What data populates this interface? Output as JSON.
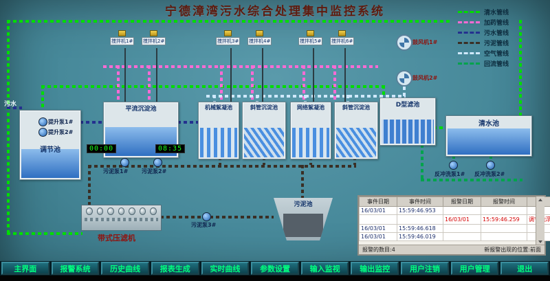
{
  "title": "宁德漳湾污水综合处理集中监控系统",
  "colors": {
    "background": "#47899a",
    "pipe_clean": "#00dd00",
    "pipe_dosing": "#ff6ad5",
    "pipe_sewage": "#24318f",
    "pipe_sludge": "#3a2f25",
    "pipe_air": "#cfe9ff",
    "pipe_return": "#00a34c",
    "nav_text": "#00ff80",
    "alarm_text": "#d40000"
  },
  "legend": {
    "items": [
      {
        "label": "清水管线",
        "color": "#00dd00"
      },
      {
        "label": "加药管线",
        "color": "#ff6ad5"
      },
      {
        "label": "污水管线",
        "color": "#24318f"
      },
      {
        "label": "污泥管线",
        "color": "#3a2f25"
      },
      {
        "label": "空气管线",
        "color": "#cfe9ff"
      },
      {
        "label": "回流管线",
        "color": "#00a34c"
      }
    ]
  },
  "inlet_label": "污水",
  "tanks": {
    "regulation": "调节池",
    "horizontal_sed": "平流沉淀池",
    "mech_floc": "机械絮凝池",
    "inclined_sed_1": "斜管沉淀池",
    "net_floc": "网络絮凝池",
    "inclined_sed_2": "斜管沉淀池",
    "d_filter": "D型滤池",
    "clear_water": "清水池",
    "sludge": "污泥池",
    "belt_press": "带式压滤机"
  },
  "mixers": [
    "搅拌机1#",
    "搅拌机2#",
    "搅拌机3#",
    "搅拌机4#",
    "搅拌机5#",
    "搅拌机6#"
  ],
  "pumps": {
    "lift": [
      "提升泵1#",
      "提升泵2#"
    ],
    "sludge": [
      "污泥泵1#",
      "污泥泵2#",
      "污泥泵3#"
    ],
    "backwash": [
      "反冲洗泵1#",
      "反冲洗泵2#"
    ],
    "blowers": [
      "鼓风机1#",
      "鼓风机2#"
    ]
  },
  "clocks": [
    "00:00",
    "08:35"
  ],
  "alarm_table": {
    "headers": [
      "事件日期",
      "事件时间",
      "报警日期",
      "报警时间"
    ],
    "rows": [
      {
        "cells": [
          "16/03/01",
          "15:59:46.953",
          "",
          "",
          ""
        ]
      },
      {
        "cells": [
          "",
          "",
          "16/03/01",
          "15:59:46.259",
          "调节池浮球"
        ]
      },
      {
        "cells": [
          "16/03/01",
          "15:59:46.618",
          "",
          "",
          ""
        ]
      },
      {
        "cells": [
          "16/03/01",
          "15:59:46.019",
          "",
          "",
          ""
        ]
      }
    ],
    "footer": {
      "count": "报警的数目:4",
      "position": "新报警出现的位置:前面"
    }
  },
  "nav": {
    "buttons": [
      "主界面",
      "报警系统",
      "历史曲线",
      "报表生成",
      "实时曲线",
      "参数设置",
      "输入监视",
      "输出监控",
      "用户注销",
      "用户管理",
      "退出"
    ]
  }
}
